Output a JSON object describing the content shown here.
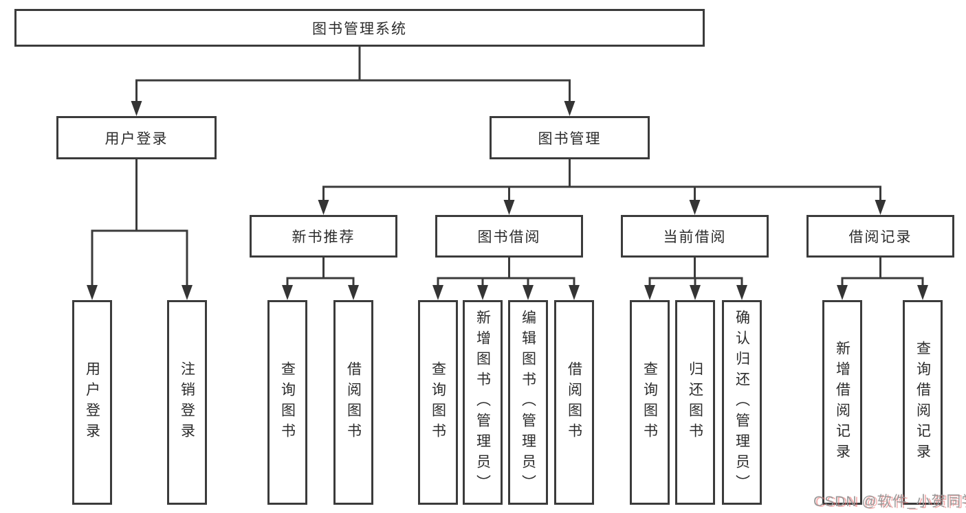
{
  "diagram": {
    "title": "图书管理系统",
    "root": {
      "label": "图书管理系统"
    },
    "branches": [
      {
        "label": "用户登录",
        "children": [
          {
            "label": "用户登录"
          },
          {
            "label": "注销登录"
          }
        ]
      },
      {
        "label": "图书管理",
        "children": [
          {
            "label": "新书推荐",
            "children": [
              {
                "label": "查询图书"
              },
              {
                "label": "借阅图书"
              }
            ]
          },
          {
            "label": "图书借阅",
            "children": [
              {
                "label": "查询图书"
              },
              {
                "label": "新增图书（管理员）"
              },
              {
                "label": "编辑图书（管理员）"
              },
              {
                "label": "借阅图书"
              }
            ]
          },
          {
            "label": "当前借阅",
            "children": [
              {
                "label": "查询图书"
              },
              {
                "label": "归还图书"
              },
              {
                "label": "确认归还（管理员）"
              }
            ]
          },
          {
            "label": "借阅记录",
            "children": [
              {
                "label": "新增借阅记录"
              },
              {
                "label": "查询借阅记录"
              }
            ]
          }
        ]
      }
    ]
  },
  "watermark": {
    "text": "CSDN @软件_小贺同学"
  },
  "colors": {
    "line": "#3b3b3b",
    "text": "#2c2c2c",
    "background": "#ffffff",
    "watermark_gray": "#969696",
    "watermark_shadow": "#eb6e6e"
  }
}
